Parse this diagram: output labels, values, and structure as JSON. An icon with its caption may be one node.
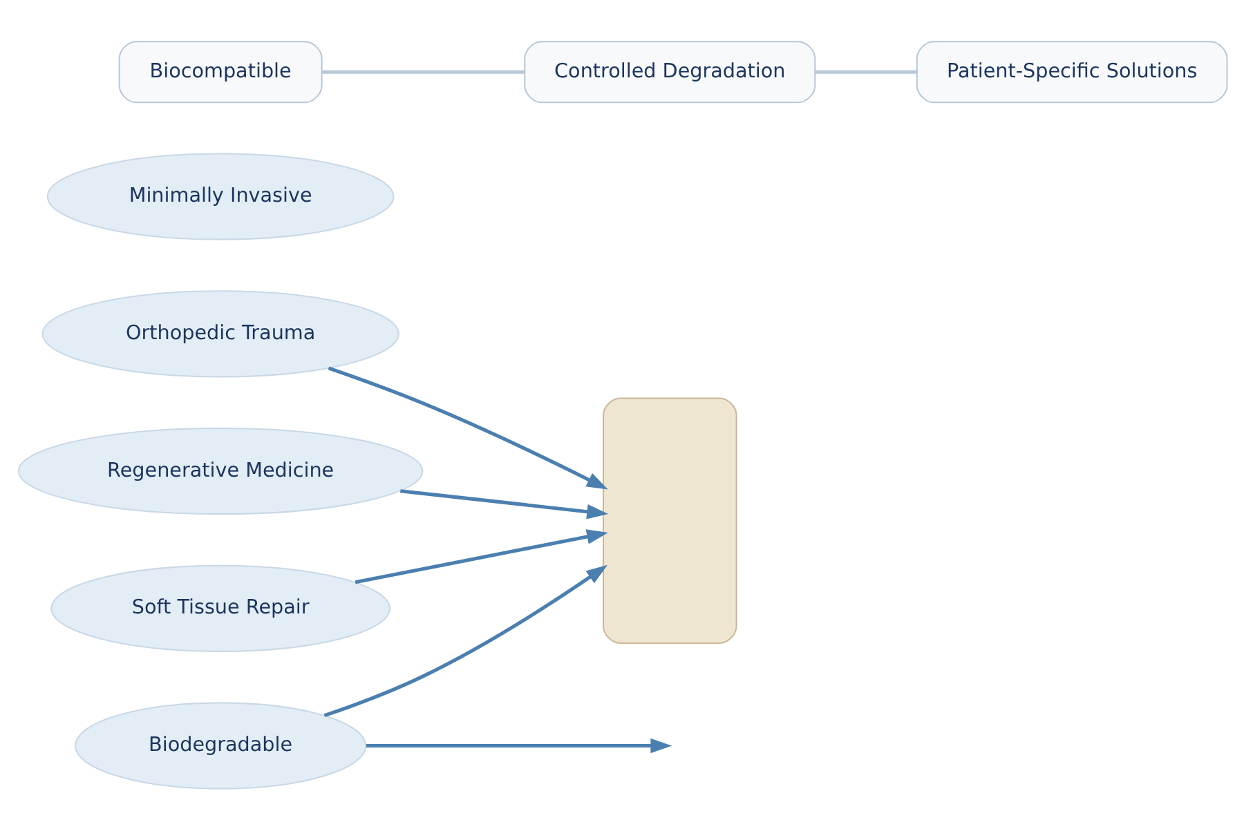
{
  "diagram": {
    "nodes": [
      {
        "text": [
          "Orthopedic Trauma"
        ]
      },
      {
        "text": [
          "Regenerative Medicine"
        ]
      },
      {
        "text": [
          "Soft Tissue Repair"
        ]
      },
      {
        "text": [
          "Biodegradable"
        ]
      },
      {
        "text": [],
        "shape": "box"
      },
      {
        "text": [
          "Minimally Invasive"
        ]
      },
      {
        "text": [
          "Biocompatible"
        ]
      },
      {
        "text": [
          "Controlled Degradation"
        ]
      },
      {
        "text": [
          "Patient-Specific Solutions"
        ]
      }
    ],
    "edges": [
      {
        "from": 0,
        "to": 4,
        "arrow": "to"
      },
      {
        "from": 1,
        "to": 4,
        "arrow": "to"
      },
      {
        "from": 2,
        "to": 4,
        "arrow": "to"
      },
      {
        "from": 3,
        "to": 4,
        "arrow": "to"
      },
      {
        "from": 3,
        "to": null,
        "arrow": "to"
      },
      {
        "from": 6,
        "to": 7,
        "arrow": "none",
        "color": "#b8c8d8"
      },
      {
        "from": 7,
        "to": 8,
        "arrow": "none",
        "color": "#b8c8d8"
      }
    ]
  }
}
